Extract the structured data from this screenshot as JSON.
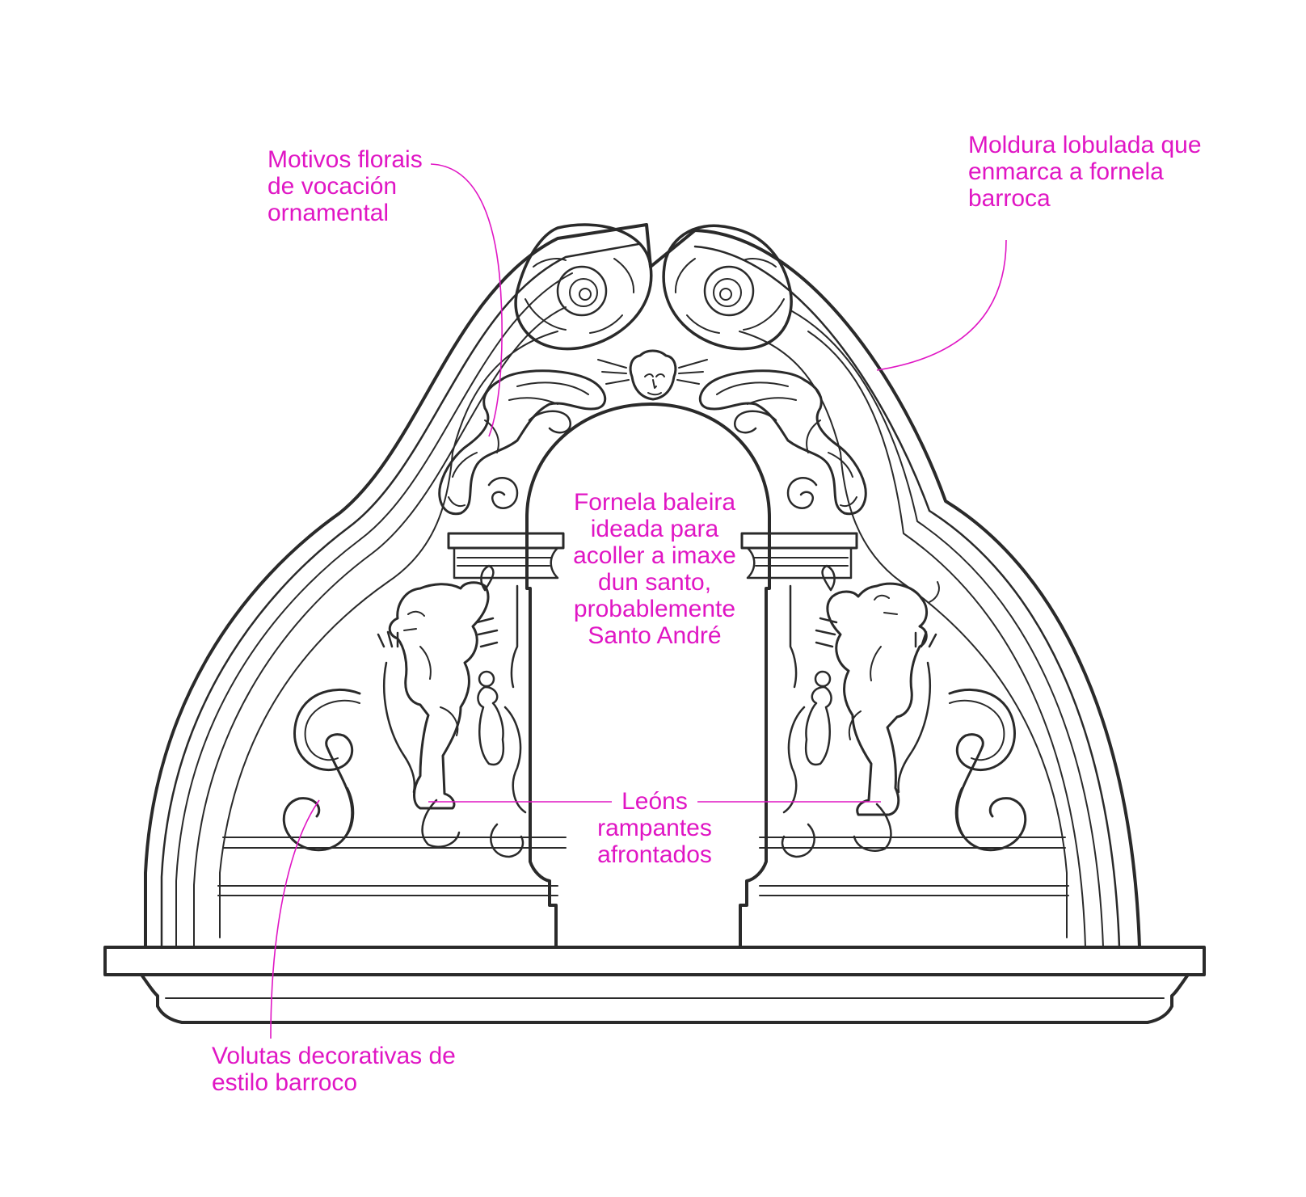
{
  "colors": {
    "annotation": "#e016c4",
    "ink": "#2a2a2a",
    "background": "#ffffff"
  },
  "labels": {
    "floral": [
      "Motivos florais",
      "de vocación",
      "ornamental"
    ],
    "moldura": [
      "Moldura lobulada que",
      "enmarca a fornela",
      "barroca"
    ],
    "fornela": [
      "Fornela baleira",
      "ideada para",
      "acoller a imaxe",
      "dun santo,",
      "probablemente",
      "Santo André"
    ],
    "leons": [
      "Leóns",
      "rampantes",
      "afrontados"
    ],
    "volutas": [
      "Volutas decorativas de",
      "estilo barroco"
    ]
  }
}
